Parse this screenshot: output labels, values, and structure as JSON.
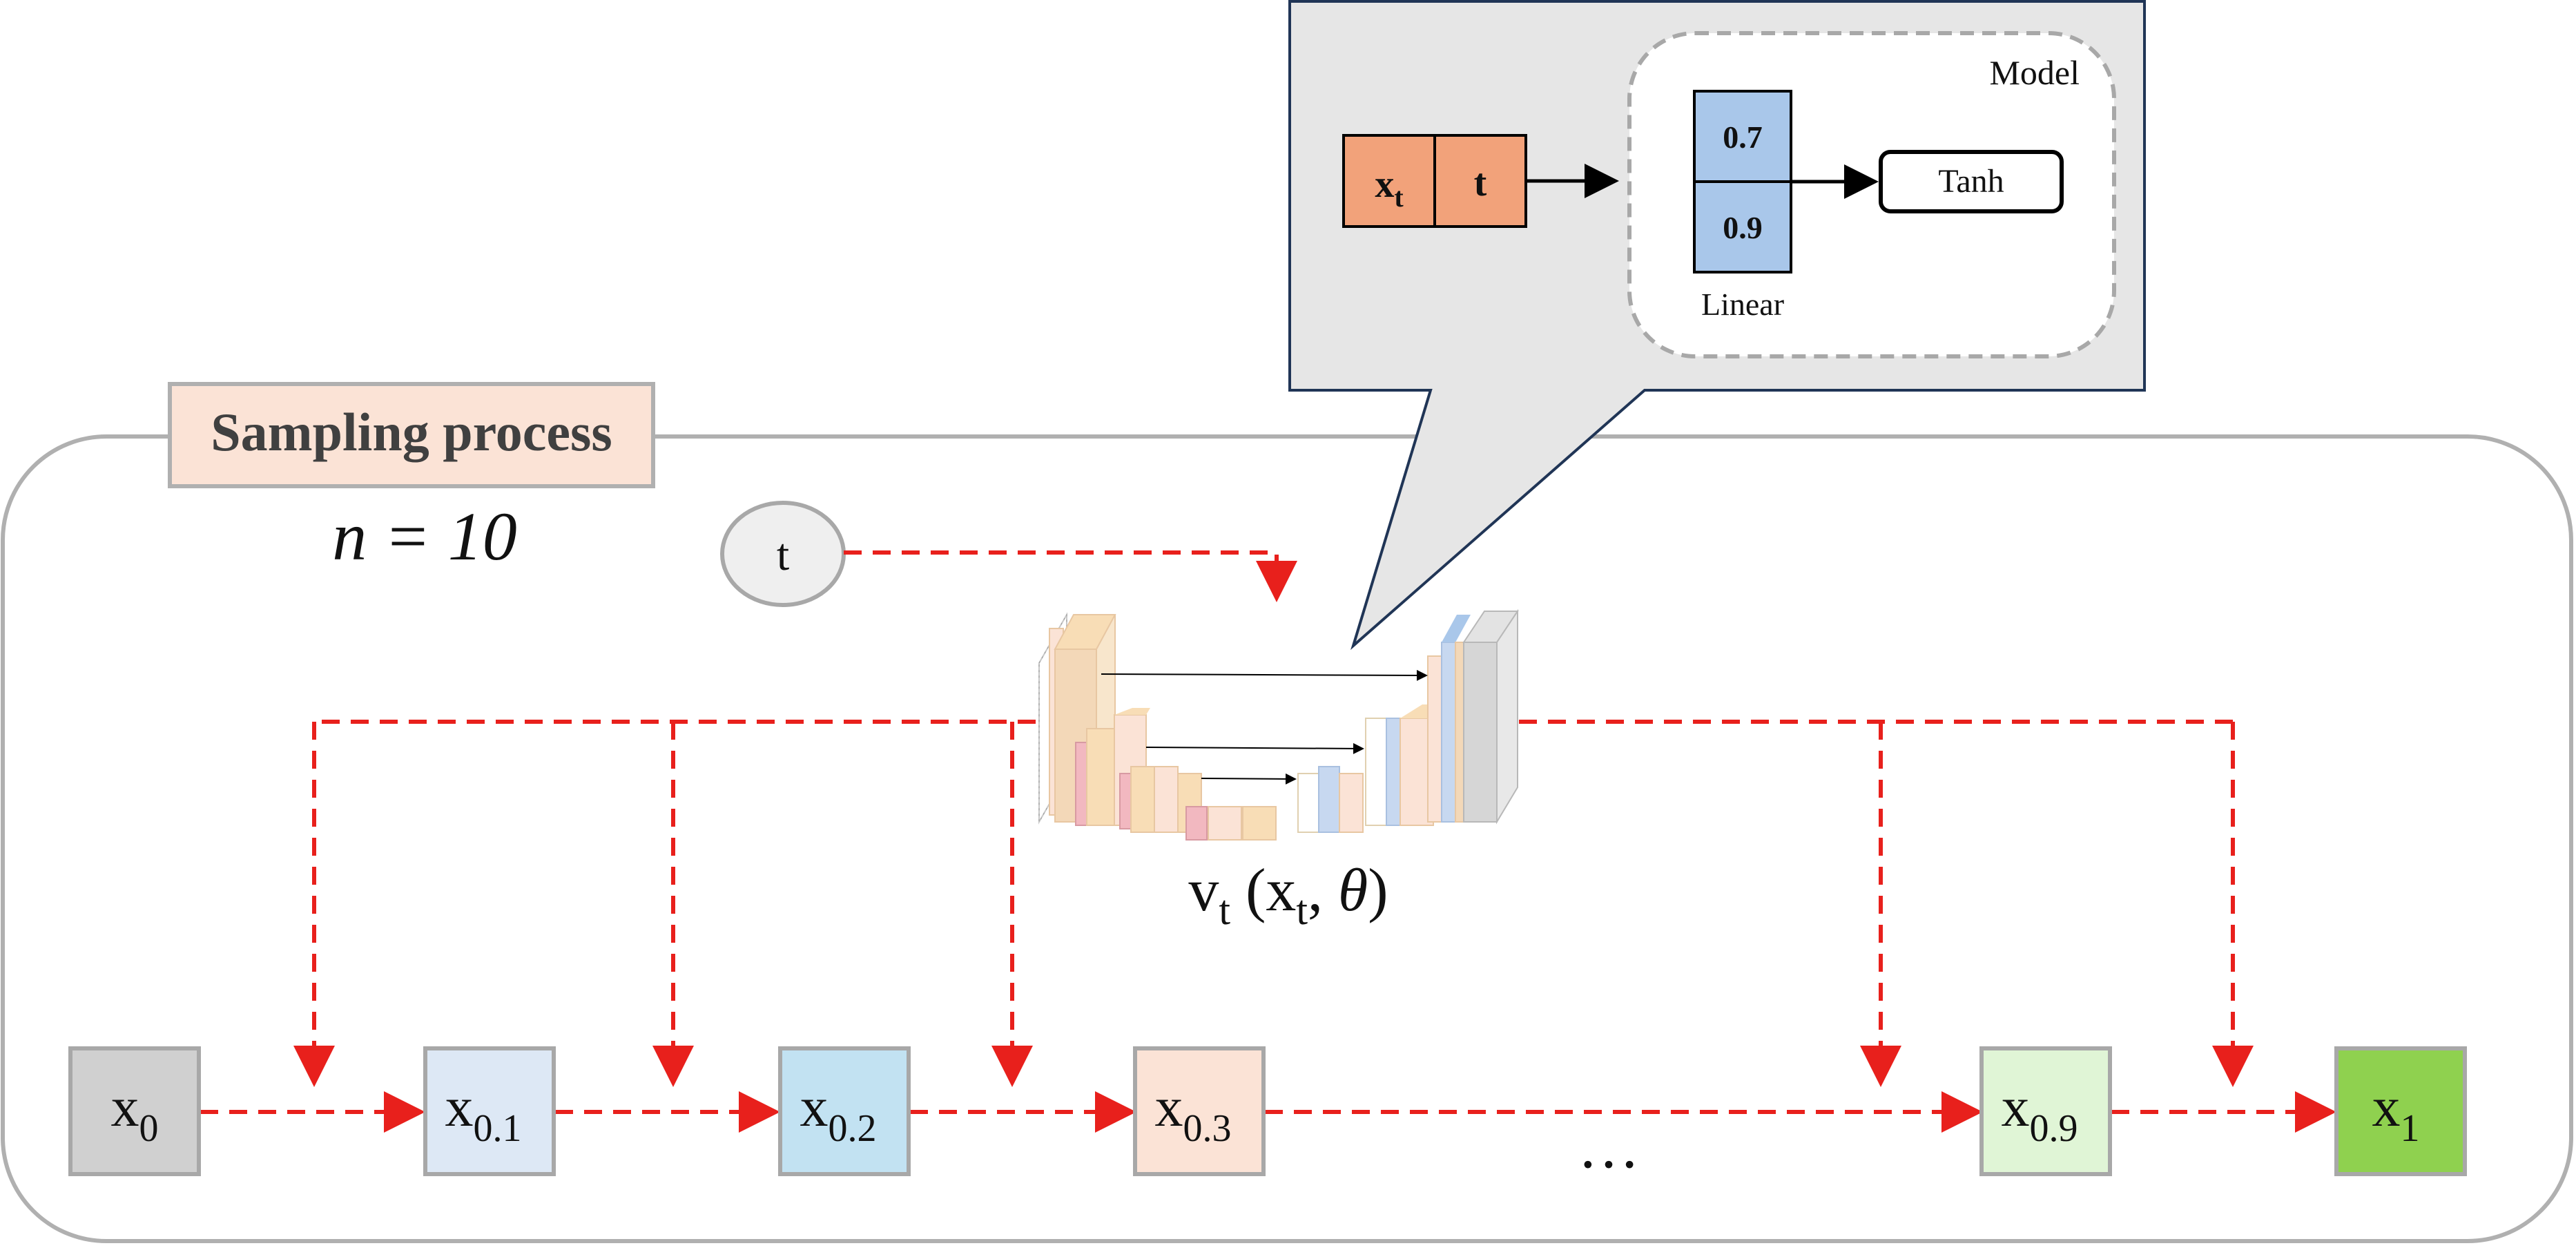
{
  "sampling": {
    "title": "Sampling process",
    "n_label": "n = 10"
  },
  "time_input": {
    "label": "t"
  },
  "network": {
    "label_v": "v",
    "label_sub_t": "t",
    "label_args_open": " (x",
    "label_args_sub_t": "t",
    "label_args_sep": ", ",
    "label_theta": "θ",
    "label_args_close": ")"
  },
  "callout": {
    "input_x": "x",
    "input_x_sub": "t",
    "input_t": "t",
    "model_title": "Model",
    "linear_values": [
      "0.7",
      "0.9"
    ],
    "linear_label": "Linear",
    "activation": "Tanh"
  },
  "states": [
    {
      "base": "x",
      "sub": "0",
      "color": "#d0d0d0"
    },
    {
      "base": "x",
      "sub": "0.1",
      "color": "#dde8f5"
    },
    {
      "base": "x",
      "sub": "0.2",
      "color": "#c2e2f2"
    },
    {
      "base": "x",
      "sub": "0.3",
      "color": "#fbe3d6"
    },
    {
      "base": "x",
      "sub": "0.9",
      "color": "#e0f5d6"
    },
    {
      "base": "x",
      "sub": "1",
      "color": "#8fd14f"
    }
  ],
  "ellipsis": "…",
  "colors": {
    "arrow_red": "#e8201c",
    "frame_gray": "#b0b0b0",
    "callout_bg": "#e6e6e6",
    "callout_border": "#203556",
    "title_bg": "#fbe3d6",
    "input_orange": "#f2a27a",
    "linear_blue": "#a9c7ea"
  }
}
